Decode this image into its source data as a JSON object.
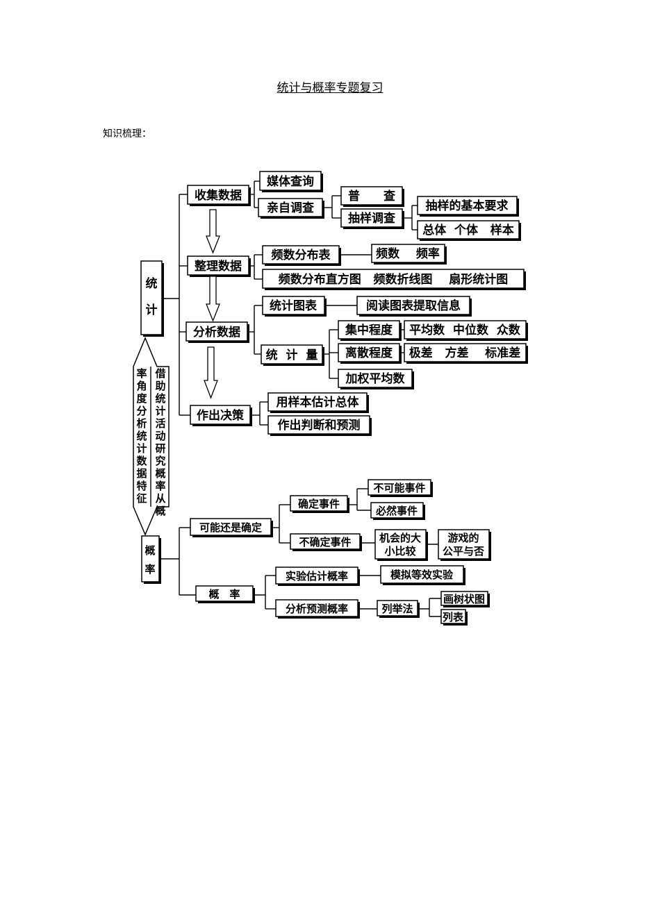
{
  "document": {
    "title": "统计与概率专题复习",
    "subtitle": "知识梳理："
  },
  "statistics": {
    "root": "统计",
    "nodes": {
      "collect": "收集数据",
      "media": "媒体查询",
      "survey_self": "亲自调查",
      "census": "普　　查",
      "sampling": "抽样调查",
      "sampling_req": "抽样的基本要求",
      "population": "总体  个体   样本",
      "organize": "整理数据",
      "freq_table": "频数分布表",
      "freq_rate": "频数    频率",
      "charts": "频数分布直方图   频数折线图    扇形统计图",
      "analyze": "分析数据",
      "stat_charts": "统计图表",
      "read_charts": "阅读图表提取信息",
      "stat_quantity": "统  计  量",
      "central": "集中程度",
      "central_vals": "平均数  中位数  众数",
      "dispersion": "离散程度",
      "dispersion_vals": "极差   方差    标准差",
      "weighted": "加权平均数",
      "decision": "作出决策",
      "estimate": "用样本估计总体",
      "judge": "作出判断和预测"
    }
  },
  "link": {
    "left_col": "率角度分析统计数据特征",
    "right_col": "借助统计活动研究概率从概"
  },
  "probability": {
    "root": "概率",
    "nodes": {
      "certain_or_not": "可能还是确定",
      "certain": "确定事件",
      "impossible": "不可能事件",
      "inevitable": "必然事件",
      "uncertain": "不确定事件",
      "chance_line1": "机会的大",
      "chance_line2": "小比较",
      "game_line1": "游戏的",
      "game_line2": "公平与否",
      "prob": "概　率",
      "experiment": "实验估计概率",
      "simulate": "模拟等效实验",
      "analyze_predict": "分析预测概率",
      "listing": "列举法",
      "tree": "画树状图",
      "table": "列表"
    }
  }
}
